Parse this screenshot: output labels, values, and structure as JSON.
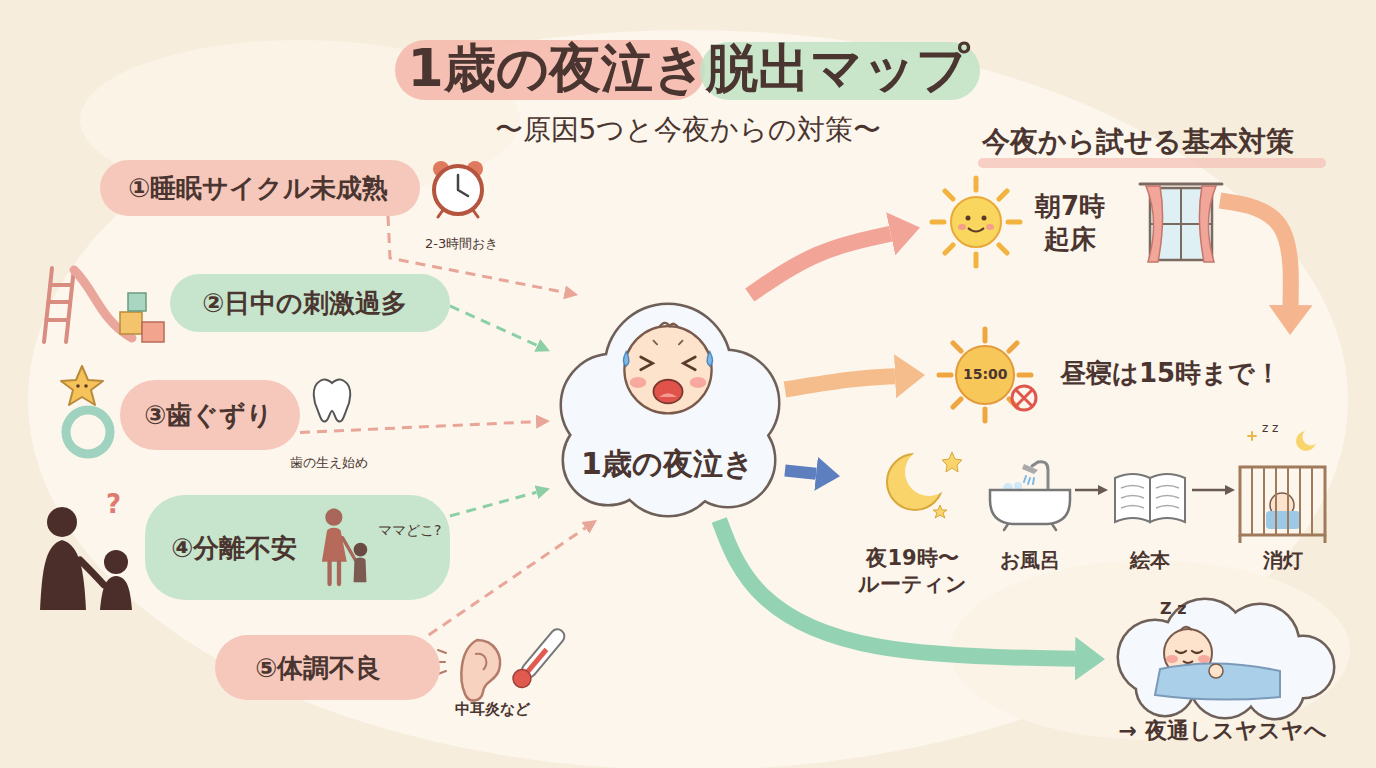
{
  "diagram": {
    "title": "1歳の夜泣き脱出マップ",
    "nodes": [
      {
        "text": [
          "①睡眠サイクル未成熟"
        ]
      },
      {
        "text": [
          "②日中の刺激過多"
        ]
      },
      {
        "text": [
          "③歯ぐずり"
        ]
      },
      {
        "text": [
          "④分離不安"
        ]
      },
      {
        "text": [
          "⑤体調不良"
        ]
      },
      {
        "text": [
          "1歳の夜泣き"
        ]
      },
      {
        "text": [
          "朝7時 起床"
        ]
      },
      {
        "text": [
          "15:00",
          "昼寝は15時まで！"
        ]
      },
      {
        "text": [
          "夜19時〜 ルーティン"
        ]
      },
      {
        "text": [
          "お風呂"
        ]
      },
      {
        "text": [
          "絵本"
        ]
      },
      {
        "text": [
          "消灯"
        ]
      },
      {
        "text": [
          "→ 夜通しスヤスヤへ"
        ]
      }
    ],
    "edges": [
      {
        "from": 0,
        "to": 5,
        "arrow": "to"
      },
      {
        "from": 1,
        "to": 5,
        "arrow": "to"
      },
      {
        "from": 2,
        "to": 5,
        "arrow": "to"
      },
      {
        "from": 3,
        "to": 5,
        "arrow": "to"
      },
      {
        "from": 4,
        "to": 5,
        "arrow": "to"
      },
      {
        "from": 5,
        "to": 6,
        "arrow": "to"
      },
      {
        "from": 5,
        "to": 7,
        "arrow": "to"
      },
      {
        "from": 5,
        "to": 8,
        "arrow": "to"
      },
      {
        "from": 5,
        "to": 12,
        "arrow": "to"
      },
      {
        "from": 6,
        "to": 7,
        "arrow": "to"
      },
      {
        "from": 9,
        "to": 10,
        "arrow": "to"
      },
      {
        "from": 10,
        "to": 11,
        "arrow": "to"
      }
    ],
    "labels": [
      "〜原因5つと今夜からの対策〜",
      "今夜から試せる基本対策",
      "2-3時間おき",
      "歯の生え始め",
      "?",
      "ママどこ?",
      "中耳炎など",
      "z z",
      "Z z"
    ]
  }
}
